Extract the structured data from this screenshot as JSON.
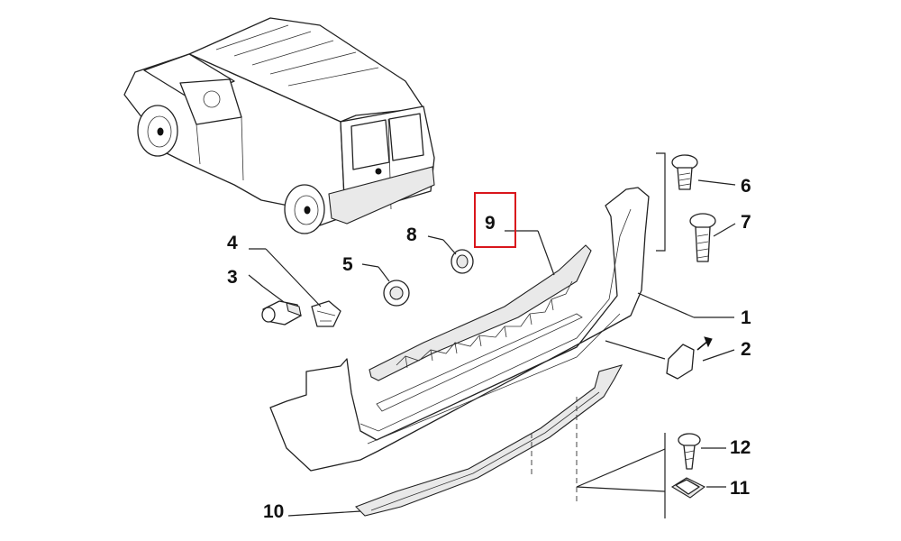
{
  "callouts": [
    {
      "id": "1",
      "text": "1"
    },
    {
      "id": "2",
      "text": "2"
    },
    {
      "id": "3",
      "text": "3"
    },
    {
      "id": "4",
      "text": "4"
    },
    {
      "id": "5",
      "text": "5"
    },
    {
      "id": "6",
      "text": "6"
    },
    {
      "id": "7",
      "text": "7"
    },
    {
      "id": "8",
      "text": "8"
    },
    {
      "id": "9",
      "text": "9"
    },
    {
      "id": "10",
      "text": "10"
    },
    {
      "id": "11",
      "text": "11"
    },
    {
      "id": "12",
      "text": "12"
    }
  ],
  "highlight": {
    "callout": "9",
    "color": "#d9161c"
  },
  "colors": {
    "line": "#222222",
    "background": "#ffffff",
    "highlight_box": "#d9161c"
  }
}
